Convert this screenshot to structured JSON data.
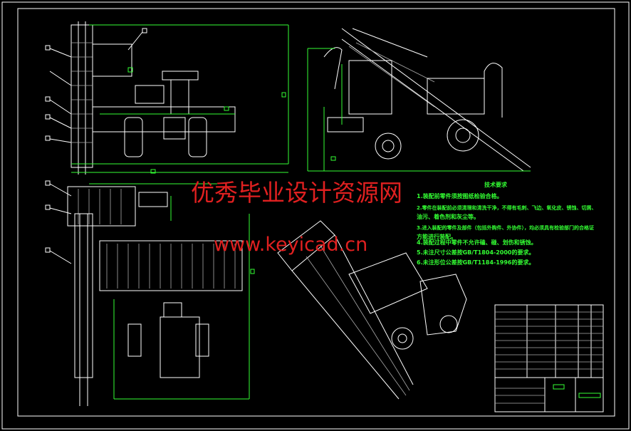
{
  "watermark": {
    "site_name": "优秀毕业设计资源网",
    "url": "www.keyicad.cn"
  },
  "technical_requirements": {
    "title": "技术要求",
    "lines": [
      "1.装配前零件须按图纸检验合格。",
      "2.零件在装配前必须清理和清洗干净，不得有毛刺、飞边、氧化皮、锈蚀、切屑、",
      "  油污、着色剂和灰尘等。",
      "3.进入装配的零件及部件（包括外购件、外协件），均必须具有检验部门的合格证",
      "  方能进行装配。",
      "4.装配过程中零件不允许磕、碰、划伤和锈蚀。",
      "5.未注尺寸公差按GB/T1804-2000的要求。",
      "6.未注形位公差按GB/T1184-1996的要求。"
    ]
  },
  "colors": {
    "background": "#000000",
    "lines": "#ffffff",
    "dimensions": "#33ff33",
    "watermark": "#e02020"
  }
}
